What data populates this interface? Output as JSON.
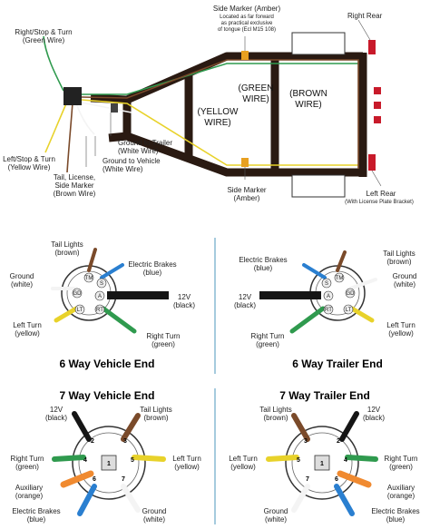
{
  "trailer": {
    "side_marker_top": [
      "Side Marker (Amber)",
      "Located as far forward",
      "as practical exclusive",
      "of tongue (Ecl M15 108)"
    ],
    "right_rear": "Right Rear",
    "right_stop": [
      "Right/Stop & Turn",
      "(Green Wire)"
    ],
    "left_stop": [
      "Left/Stop & Turn",
      "(Yellow Wire)"
    ],
    "tail": [
      "Tail, License,",
      "Side Marker",
      "(Brown Wire)"
    ],
    "ground_trailer": [
      "Ground to Trailer",
      "(White Wire)"
    ],
    "ground_vehicle": [
      "Ground to Vehicle",
      "(White Wire)"
    ],
    "green_wire": [
      "(GREEN",
      "WIRE)"
    ],
    "brown_wire": [
      "(BROWN",
      "WIRE)"
    ],
    "yellow_wire": [
      "(YELLOW",
      "WIRE)"
    ],
    "side_marker_bottom": [
      "Side Marker",
      "(Amber)"
    ],
    "left_rear": [
      "Left Rear",
      "(With License Plate Bracket)"
    ]
  },
  "six_vehicle": {
    "title": "6 Way Vehicle End",
    "tail": [
      "Tail Lights",
      "(brown)"
    ],
    "brakes": [
      "Electric Brakes",
      "(blue)"
    ],
    "ground": [
      "Ground",
      "(white)"
    ],
    "power": [
      "12V",
      "(black)"
    ],
    "left": [
      "Left Turn",
      "(yellow)"
    ],
    "right": [
      "Right Turn",
      "(green)"
    ],
    "pins": [
      "TM",
      "S",
      "GD",
      "A",
      "LT",
      "RT"
    ]
  },
  "six_trailer": {
    "title": "6 Way Trailer End",
    "brakes": [
      "Electric Brakes",
      "(blue)"
    ],
    "tail": [
      "Tail Lights",
      "(brown)"
    ],
    "ground": [
      "Ground",
      "(white)"
    ],
    "power": [
      "12V",
      "(black)"
    ],
    "left": [
      "Left Turn",
      "(yellow)"
    ],
    "right": [
      "Right Turn",
      "(green)"
    ],
    "pins": [
      "S",
      "TM",
      "GD",
      "A",
      "RT",
      "LT"
    ]
  },
  "seven_vehicle": {
    "title": "7 Way Vehicle End",
    "power": [
      "12V",
      "(black)"
    ],
    "tail": [
      "Tail Lights",
      "(brown)"
    ],
    "right": [
      "Right Turn",
      "(green)"
    ],
    "left": [
      "Left Turn",
      "(yellow)"
    ],
    "aux": [
      "Auxiliary",
      "(orange)"
    ],
    "brakes": [
      "Electric Brakes",
      "(blue)"
    ],
    "ground": [
      "Ground",
      "(white)"
    ],
    "pins": [
      "2",
      "3",
      "4",
      "5",
      "6",
      "7",
      "1"
    ]
  },
  "seven_trailer": {
    "title": "7 Way Trailer End",
    "tail": [
      "Tail Lights",
      "(brown)"
    ],
    "power": [
      "12V",
      "(black)"
    ],
    "left": [
      "Left Turn",
      "(yellow)"
    ],
    "right": [
      "Right Turn",
      "(green)"
    ],
    "aux": [
      "Auxiliary",
      "(orange)"
    ],
    "ground": [
      "Ground",
      "(white)"
    ],
    "brakes": [
      "Electric Brakes",
      "(blue)"
    ],
    "pins": [
      "2",
      "3",
      "4",
      "5",
      "6",
      "7",
      "1"
    ]
  },
  "colors": {
    "frame": "#2a1a12",
    "yellow": "#e8d22a",
    "green": "#2f9a4e",
    "brown": "#7a4a2a",
    "white": "#f4f4f4",
    "black": "#151515",
    "blue": "#2a7fd0",
    "orange": "#f08a30",
    "amber": "#e8a020",
    "red": "#c81a2a",
    "divider": "#6aa8c8"
  }
}
